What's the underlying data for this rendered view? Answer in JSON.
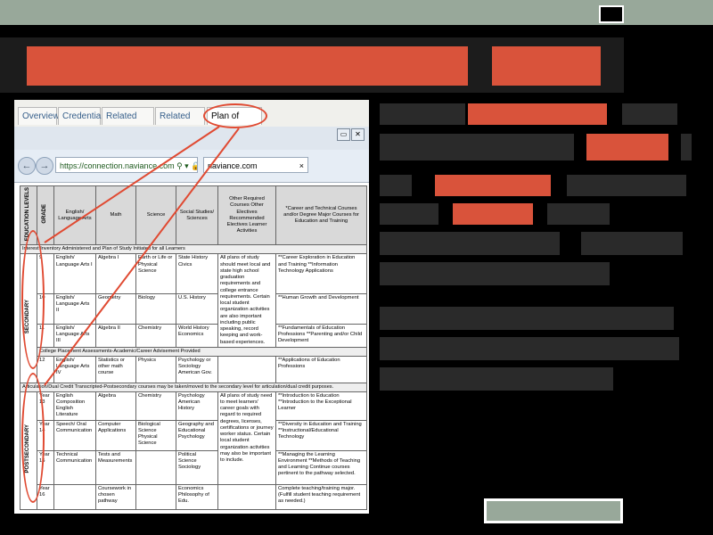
{
  "tabs": [
    "Overview",
    "Credentials",
    "Related Careers",
    "Related Majors",
    "Plan of Study"
  ],
  "browser": {
    "back": "←",
    "forward": "→",
    "url": "https://connection.naviance.com",
    "url_suffix": "⚲ ▾ 🔒 Lin... ↻ ✕",
    "tab": "naviance.com",
    "close_tab": "×"
  },
  "window_controls": [
    "▭",
    "✕"
  ],
  "table": {
    "headers": {
      "level": "EDUCATION LEVELS",
      "grade": "GRADE",
      "english": "English/ Language Arts",
      "math": "Math",
      "science": "Science",
      "social": "Social Studies/ Sciences",
      "other": "Other Required Courses Other Electives Recommended Electives Learner Activities",
      "career": "*Career and Technical Courses and/or Degree Major Courses for Education and Training"
    },
    "span1": "Interest Inventory Administered and Plan of Study Initiated for all Learners",
    "secondary_label": "SECONDARY",
    "postsec_label": "POSTSECONDARY",
    "rows_a": [
      {
        "grade": "9",
        "english": "English/ Language Arts I",
        "math": "Algebra I",
        "science": "Earth or Life or Physical Science",
        "social": "State History Civics",
        "career": "**Career Exploration in Education and Training **Information Technology Applications"
      },
      {
        "grade": "10",
        "english": "English/ Language Arts II",
        "math": "Geometry",
        "science": "Biology",
        "social": "U.S. History",
        "career": "**Human Growth and Development"
      },
      {
        "grade": "11",
        "english": "English/ Language Arts III",
        "math": "Algebra II",
        "science": "Chemistry",
        "social": "World History Economics",
        "career": "**Fundamentals of Education Professions **Parenting and/or Child Development"
      }
    ],
    "other_secondary": "All plans of study should meet local and state high school graduation requirements and college entrance requirements. Certain local student organization activities are also important including public speaking, record keeping and work-based experiences.",
    "span2": "College Placement Assessments-Academic/Career Advisement Provided",
    "row12": {
      "grade": "12",
      "english": "English/ Language Arts IV",
      "math": "Statistics or other math course",
      "science": "Physics",
      "social": "Psychology or Sociology American Gov.",
      "career": "**Applications of Education Professions"
    },
    "span3": "Articulation/Dual Credit Transcripted-Postsecondary courses may be taken/moved to the secondary level for articulation/dual credit purposes.",
    "rows_b": [
      {
        "grade": "Year 13",
        "english": "English Composition English Literature",
        "math": "Algebra",
        "science": "Chemistry",
        "social": "Psychology American History",
        "career": "**Introduction to Education **Introduction to the Exceptional Learner"
      },
      {
        "grade": "Year 14",
        "english": "Speech/ Oral Communication",
        "math": "Computer Applications",
        "science": "Biological Science Physical Science",
        "social": "Geography and Educational Psychology",
        "career": "**Diversity in Education and Training **Instructional/Educational Technology"
      },
      {
        "grade": "Year 15",
        "english": "Technical Communication",
        "math": "Tests and Measurements",
        "science": "",
        "social": "Political Science Sociology",
        "career": "**Managing the Learning Environment **Methods of Teaching and Learning Continue courses pertinent to the pathway selected."
      },
      {
        "grade": "Year 16",
        "english": "",
        "math": "Coursework in chosen pathway",
        "science": "",
        "social": "Economics Philosophy of Edu.",
        "career": "Complete teaching/training major. (Fulfill student teaching requirement as needed.)"
      }
    ],
    "other_post": "All plans of study need to meet learners' career goals with regard to required degrees, licenses, certifications or journey worker status. Certain local student organization activities may also be important to include."
  }
}
